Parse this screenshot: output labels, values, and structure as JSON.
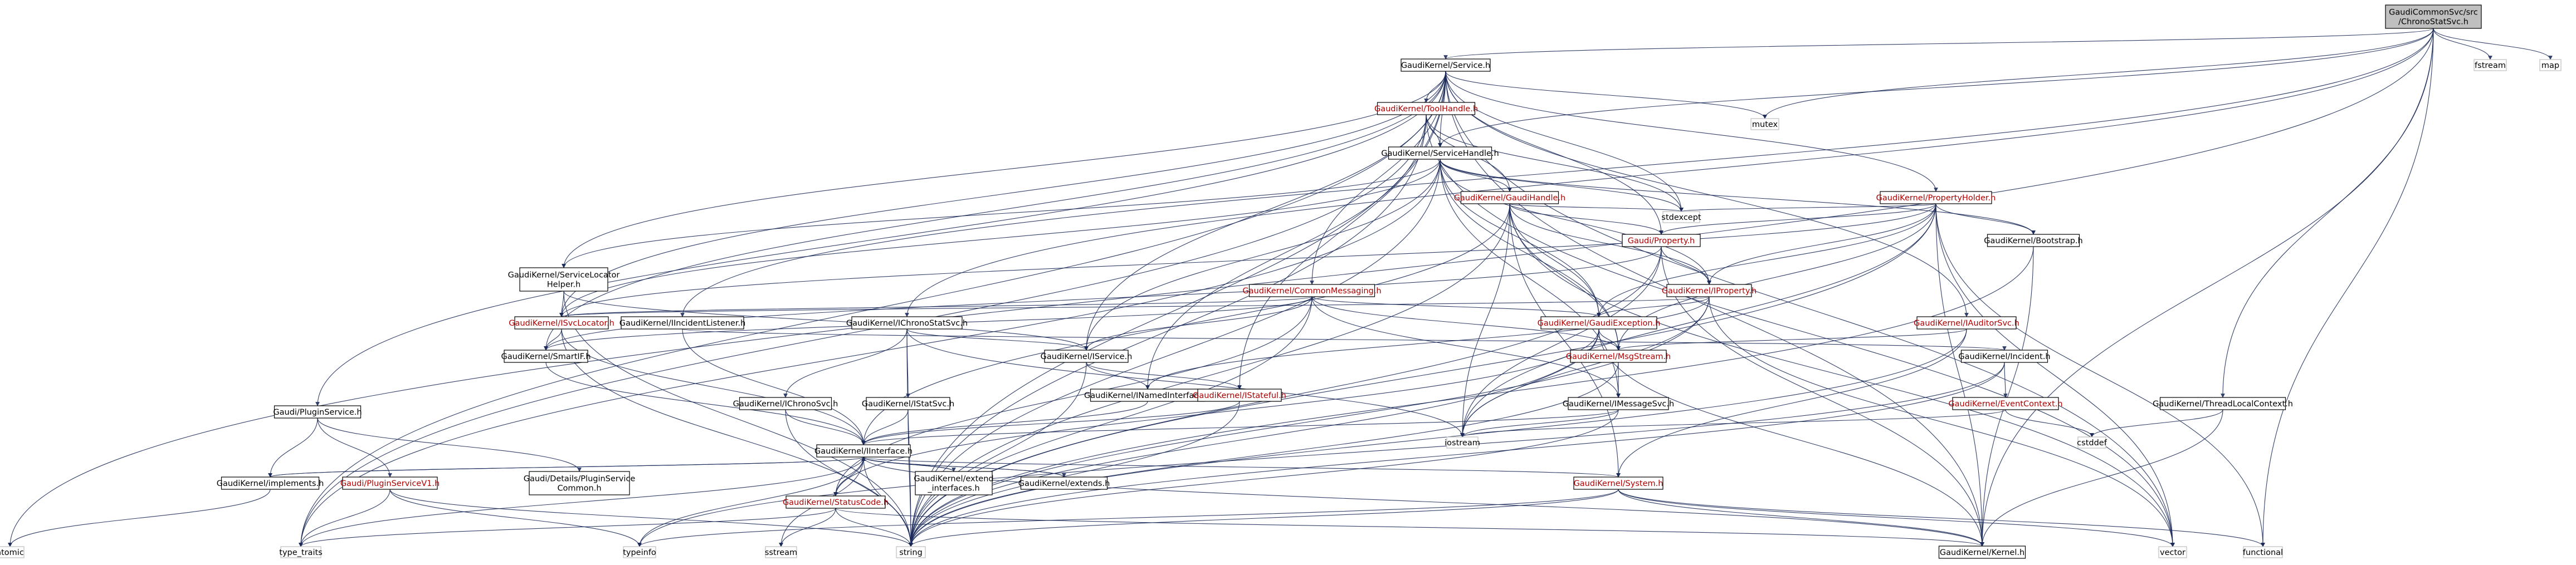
{
  "nodes": [
    {
      "id": "root",
      "label": [
        "GaudiCommonSvc/src",
        "/ChronoStatSvc.h"
      ],
      "style": "root"
    },
    {
      "id": "atomic",
      "label": [
        "atomic"
      ],
      "style": "plain"
    },
    {
      "id": "service",
      "label": [
        "GaudiKernel/Service.h"
      ],
      "style": "normal"
    },
    {
      "id": "mutex",
      "label": [
        "mutex"
      ],
      "style": "plain"
    },
    {
      "id": "fstream",
      "label": [
        "fstream"
      ],
      "style": "plain"
    },
    {
      "id": "map",
      "label": [
        "map"
      ],
      "style": "plain"
    },
    {
      "id": "toolhandle",
      "label": [
        "GaudiKernel/ToolHandle.h"
      ],
      "style": "red"
    },
    {
      "id": "servicehandle",
      "label": [
        "GaudiKernel/ServiceHandle.h"
      ],
      "style": "normal"
    },
    {
      "id": "gaudihandle",
      "label": [
        "GaudiKernel/GaudiHandle.h"
      ],
      "style": "red"
    },
    {
      "id": "stdexcept",
      "label": [
        "stdexcept"
      ],
      "style": "plain"
    },
    {
      "id": "propertyholder",
      "label": [
        "GaudiKernel/PropertyHolder.h"
      ],
      "style": "red"
    },
    {
      "id": "property",
      "label": [
        "Gaudi/Property.h"
      ],
      "style": "red"
    },
    {
      "id": "bootstrap",
      "label": [
        "GaudiKernel/Bootstrap.h"
      ],
      "style": "normal"
    },
    {
      "id": "servicelocatorhelper",
      "label": [
        "GaudiKernel/ServiceLocator",
        "Helper.h"
      ],
      "style": "normal"
    },
    {
      "id": "commonmessaging",
      "label": [
        "GaudiKernel/CommonMessaging.h"
      ],
      "style": "red"
    },
    {
      "id": "iproperty",
      "label": [
        "GaudiKernel/IProperty.h"
      ],
      "style": "red"
    },
    {
      "id": "isvclocator",
      "label": [
        "GaudiKernel/ISvcLocator.h"
      ],
      "style": "red"
    },
    {
      "id": "iincidentlistener",
      "label": [
        "GaudiKernel/IIncidentListener.h"
      ],
      "style": "normal"
    },
    {
      "id": "ichronostatsvc",
      "label": [
        "GaudiKernel/IChronoStatSvc.h"
      ],
      "style": "normal"
    },
    {
      "id": "gaudiexception",
      "label": [
        "GaudiKernel/GaudiException.h"
      ],
      "style": "red"
    },
    {
      "id": "iauditorsvc",
      "label": [
        "GaudiKernel/IAuditorSvc.h"
      ],
      "style": "red"
    },
    {
      "id": "smartif",
      "label": [
        "GaudiKernel/SmartIF.h"
      ],
      "style": "normal"
    },
    {
      "id": "iservice",
      "label": [
        "GaudiKernel/IService.h"
      ],
      "style": "normal"
    },
    {
      "id": "msgstream",
      "label": [
        "GaudiKernel/MsgStream.h"
      ],
      "style": "red"
    },
    {
      "id": "incident",
      "label": [
        "GaudiKernel/Incident.h"
      ],
      "style": "normal"
    },
    {
      "id": "inamedinterface",
      "label": [
        "GaudiKernel/INamedInterface.h"
      ],
      "style": "normal"
    },
    {
      "id": "istateful",
      "label": [
        "GaudiKernel/IStateful.h"
      ],
      "style": "red"
    },
    {
      "id": "ichronosvc",
      "label": [
        "GaudiKernel/IChronoSvc.h"
      ],
      "style": "normal"
    },
    {
      "id": "istatsvc",
      "label": [
        "GaudiKernel/IStatSvc.h"
      ],
      "style": "normal"
    },
    {
      "id": "imessagesvc",
      "label": [
        "GaudiKernel/IMessageSvc.h"
      ],
      "style": "normal"
    },
    {
      "id": "eventcontext",
      "label": [
        "GaudiKernel/EventContext.h"
      ],
      "style": "red"
    },
    {
      "id": "threadlocalcontext",
      "label": [
        "GaudiKernel/ThreadLocalContext.h"
      ],
      "style": "normal"
    },
    {
      "id": "pluginservice",
      "label": [
        "Gaudi/PluginService.h"
      ],
      "style": "normal"
    },
    {
      "id": "iinterface",
      "label": [
        "GaudiKernel/IInterface.h"
      ],
      "style": "normal"
    },
    {
      "id": "iostream",
      "label": [
        "iostream"
      ],
      "style": "plain"
    },
    {
      "id": "cstddef",
      "label": [
        "cstddef"
      ],
      "style": "plain"
    },
    {
      "id": "implements",
      "label": [
        "GaudiKernel/implements.h"
      ],
      "style": "normal"
    },
    {
      "id": "pluginservicev1",
      "label": [
        "Gaudi/PluginServiceV1.h"
      ],
      "style": "red"
    },
    {
      "id": "pluginservicecommon",
      "label": [
        "Gaudi/Details/PluginService",
        "Common.h"
      ],
      "style": "normal"
    },
    {
      "id": "statuscode",
      "label": [
        "GaudiKernel/StatusCode.h"
      ],
      "style": "red"
    },
    {
      "id": "extendinterfaces",
      "label": [
        "GaudiKernel/extend",
        "_interfaces.h"
      ],
      "style": "normal"
    },
    {
      "id": "extends",
      "label": [
        "GaudiKernel/extends.h"
      ],
      "style": "normal"
    },
    {
      "id": "system",
      "label": [
        "GaudiKernel/System.h"
      ],
      "style": "red"
    },
    {
      "id": "typetraits",
      "label": [
        "type_traits"
      ],
      "style": "plain"
    },
    {
      "id": "typeinfo",
      "label": [
        "typeinfo"
      ],
      "style": "plain"
    },
    {
      "id": "sstream",
      "label": [
        "sstream"
      ],
      "style": "plain"
    },
    {
      "id": "string",
      "label": [
        "string"
      ],
      "style": "plain"
    },
    {
      "id": "kernel",
      "label": [
        "GaudiKernel/Kernel.h"
      ],
      "style": "normal"
    },
    {
      "id": "vector",
      "label": [
        "vector"
      ],
      "style": "plain"
    },
    {
      "id": "functional",
      "label": [
        "functional"
      ],
      "style": "plain"
    }
  ],
  "edges": [
    [
      "root",
      "atomic"
    ],
    [
      "root",
      "service"
    ],
    [
      "root",
      "mutex"
    ],
    [
      "root",
      "fstream"
    ],
    [
      "root",
      "map"
    ],
    [
      "root",
      "servicehandle"
    ],
    [
      "root",
      "iincidentlistener"
    ],
    [
      "root",
      "ichronostatsvc"
    ],
    [
      "root",
      "threadlocalcontext"
    ],
    [
      "root",
      "kernel"
    ],
    [
      "root",
      "functional"
    ],
    [
      "service",
      "toolhandle"
    ],
    [
      "service",
      "servicehandle"
    ],
    [
      "service",
      "propertyholder"
    ],
    [
      "service",
      "property"
    ],
    [
      "service",
      "servicelocatorhelper"
    ],
    [
      "service",
      "commonmessaging"
    ],
    [
      "service",
      "isvclocator"
    ],
    [
      "service",
      "iauditorsvc"
    ],
    [
      "service",
      "smartif"
    ],
    [
      "service",
      "iservice"
    ],
    [
      "service",
      "istateful"
    ],
    [
      "service",
      "pluginservice"
    ],
    [
      "service",
      "mutex"
    ],
    [
      "service",
      "stdexcept"
    ],
    [
      "service",
      "vector"
    ],
    [
      "service",
      "string"
    ],
    [
      "service",
      "kernel"
    ],
    [
      "service",
      "typetraits"
    ],
    [
      "toolhandle",
      "servicehandle"
    ],
    [
      "toolhandle",
      "gaudihandle"
    ],
    [
      "toolhandle",
      "inamedinterface"
    ],
    [
      "toolhandle",
      "stdexcept"
    ],
    [
      "toolhandle",
      "string"
    ],
    [
      "toolhandle",
      "vector"
    ],
    [
      "toolhandle",
      "typetraits"
    ],
    [
      "servicehandle",
      "gaudihandle"
    ],
    [
      "servicehandle",
      "isvclocator"
    ],
    [
      "servicehandle",
      "gaudiexception"
    ],
    [
      "servicehandle",
      "iservice"
    ],
    [
      "servicehandle",
      "msgstream"
    ],
    [
      "servicehandle",
      "imessagesvc"
    ],
    [
      "servicehandle",
      "bootstrap"
    ],
    [
      "servicehandle",
      "iproperty"
    ],
    [
      "servicehandle",
      "stdexcept"
    ],
    [
      "servicehandle",
      "string"
    ],
    [
      "servicehandle",
      "typetraits"
    ],
    [
      "servicehandle",
      "servicelocatorhelper"
    ],
    [
      "gaudihandle",
      "property"
    ],
    [
      "gaudihandle",
      "iproperty"
    ],
    [
      "gaudihandle",
      "gaudiexception"
    ],
    [
      "gaudihandle",
      "msgstream"
    ],
    [
      "gaudihandle",
      "iinterface"
    ],
    [
      "gaudihandle",
      "system"
    ],
    [
      "gaudihandle",
      "stdexcept"
    ],
    [
      "gaudihandle",
      "string"
    ],
    [
      "gaudihandle",
      "iostream"
    ],
    [
      "gaudihandle",
      "vector"
    ],
    [
      "propertyholder",
      "property"
    ],
    [
      "propertyholder",
      "iproperty"
    ],
    [
      "propertyholder",
      "bootstrap"
    ],
    [
      "propertyholder",
      "isvclocator"
    ],
    [
      "propertyholder",
      "gaudiexception"
    ],
    [
      "propertyholder",
      "stdexcept"
    ],
    [
      "propertyholder",
      "iostream"
    ],
    [
      "propertyholder",
      "string"
    ],
    [
      "propertyholder",
      "functional"
    ],
    [
      "propertyholder",
      "vector"
    ],
    [
      "propertyholder",
      "kernel"
    ],
    [
      "propertyholder",
      "msgstream"
    ],
    [
      "property",
      "iproperty"
    ],
    [
      "property",
      "smartif"
    ],
    [
      "property",
      "string"
    ],
    [
      "property",
      "iostream"
    ],
    [
      "property",
      "kernel"
    ],
    [
      "bootstrap",
      "string"
    ],
    [
      "bootstrap",
      "kernel"
    ],
    [
      "servicelocatorhelper",
      "isvclocator"
    ],
    [
      "servicelocatorhelper",
      "iservice"
    ],
    [
      "servicelocatorhelper",
      "string"
    ],
    [
      "commonmessaging",
      "isvclocator"
    ],
    [
      "commonmessaging",
      "gaudiexception"
    ],
    [
      "commonmessaging",
      "msgstream"
    ],
    [
      "commonmessaging",
      "imessagesvc"
    ],
    [
      "commonmessaging",
      "iservice"
    ],
    [
      "commonmessaging",
      "smartif"
    ],
    [
      "commonmessaging",
      "string"
    ],
    [
      "commonmessaging",
      "statuscode"
    ],
    [
      "iproperty",
      "isvclocator"
    ],
    [
      "iproperty",
      "gaudiexception"
    ],
    [
      "iproperty",
      "inamedinterface"
    ],
    [
      "iproperty",
      "string"
    ],
    [
      "iproperty",
      "iostream"
    ],
    [
      "iproperty",
      "vector"
    ],
    [
      "isvclocator",
      "smartif"
    ],
    [
      "isvclocator",
      "iinterface"
    ],
    [
      "isvclocator",
      "string"
    ],
    [
      "iincidentlistener",
      "iinterface"
    ],
    [
      "iincidentlistener",
      "incident"
    ],
    [
      "ichronostatsvc",
      "iservice"
    ],
    [
      "ichronostatsvc",
      "ichronosvc"
    ],
    [
      "ichronostatsvc",
      "istatsvc"
    ],
    [
      "ichronostatsvc",
      "string"
    ],
    [
      "ichronostatsvc",
      "iostream"
    ],
    [
      "gaudiexception",
      "msgstream"
    ],
    [
      "gaudiexception",
      "kernel"
    ],
    [
      "gaudiexception",
      "string"
    ],
    [
      "gaudiexception",
      "iostream"
    ],
    [
      "gaudiexception",
      "statuscode"
    ],
    [
      "iauditorsvc",
      "msgstream"
    ],
    [
      "iauditorsvc",
      "system"
    ],
    [
      "iauditorsvc",
      "string"
    ],
    [
      "smartif",
      "iinterface"
    ],
    [
      "iservice",
      "inamedinterface"
    ],
    [
      "iservice",
      "istateful"
    ],
    [
      "iservice",
      "string"
    ],
    [
      "msgstream",
      "imessagesvc"
    ],
    [
      "msgstream",
      "string"
    ],
    [
      "incident",
      "eventcontext"
    ],
    [
      "incident",
      "string"
    ],
    [
      "incident",
      "typeinfo"
    ],
    [
      "inamedinterface",
      "iinterface"
    ],
    [
      "istateful",
      "iinterface"
    ],
    [
      "istateful",
      "string"
    ],
    [
      "ichronosvc",
      "iinterface"
    ],
    [
      "ichronosvc",
      "string"
    ],
    [
      "istatsvc",
      "iinterface"
    ],
    [
      "istatsvc",
      "string"
    ],
    [
      "imessagesvc",
      "iinterface"
    ],
    [
      "imessagesvc",
      "string"
    ],
    [
      "imessagesvc",
      "iostream"
    ],
    [
      "eventcontext",
      "iostream"
    ],
    [
      "eventcontext",
      "cstddef"
    ],
    [
      "threadlocalcontext",
      "cstddef"
    ],
    [
      "threadlocalcontext",
      "kernel"
    ],
    [
      "pluginservice",
      "pluginservicev1"
    ],
    [
      "pluginservice",
      "pluginservicecommon"
    ],
    [
      "pluginservice",
      "implements"
    ],
    [
      "pluginservicev1",
      "typeinfo"
    ],
    [
      "pluginservicev1",
      "typetraits"
    ],
    [
      "pluginservicev1",
      "string"
    ],
    [
      "iinterface",
      "statuscode"
    ],
    [
      "iinterface",
      "system"
    ],
    [
      "iinterface",
      "kernel"
    ],
    [
      "iinterface",
      "typeinfo"
    ],
    [
      "iinterface",
      "sstream"
    ],
    [
      "iinterface",
      "string"
    ],
    [
      "iinterface",
      "typetraits"
    ],
    [
      "iinterface",
      "extendinterfaces"
    ],
    [
      "iinterface",
      "extends"
    ],
    [
      "iinterface",
      "implements"
    ],
    [
      "implements",
      "atomic"
    ],
    [
      "implements",
      "iinterface"
    ],
    [
      "statuscode",
      "sstream"
    ],
    [
      "statuscode",
      "string"
    ],
    [
      "statuscode",
      "kernel"
    ],
    [
      "statuscode",
      "typetraits"
    ],
    [
      "extendinterfaces",
      "iinterface"
    ],
    [
      "extends",
      "iinterface"
    ],
    [
      "system",
      "kernel"
    ],
    [
      "system",
      "string"
    ],
    [
      "system",
      "vector"
    ],
    [
      "system",
      "typeinfo"
    ],
    [
      "system",
      "functional"
    ]
  ]
}
